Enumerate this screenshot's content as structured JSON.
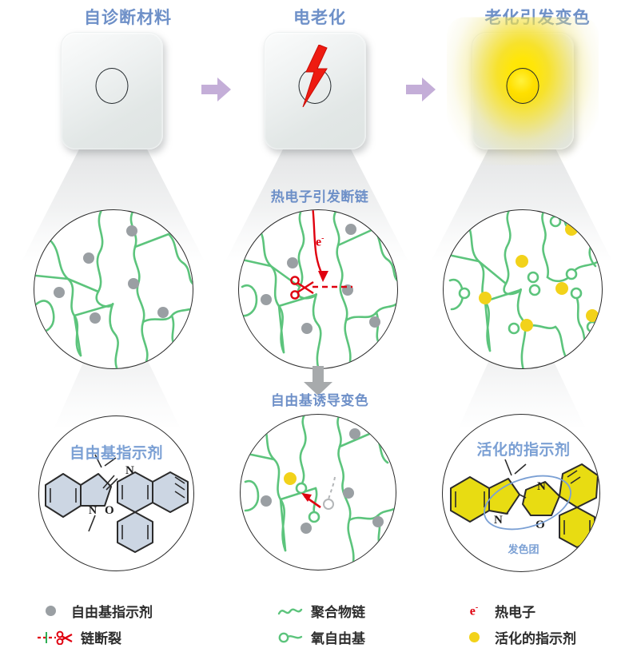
{
  "figure": {
    "title_color": "#6e90c8",
    "accent_green": "#5cc47c",
    "accent_yellow": "#f2d21a",
    "accent_red": "#e0000f",
    "accent_gray": "#9a9fa3",
    "arrow_purple": "#c4aed8"
  },
  "top_row": {
    "stages": [
      {
        "title": "自诊断材料",
        "state": "pristine"
      },
      {
        "title": "电老化",
        "state": "electrical-aging"
      },
      {
        "title": "老化引发变色",
        "state": "color-change"
      }
    ],
    "arrow_icon": "arrow-right-icon"
  },
  "middle_row": {
    "center_label": "热电子引发断链",
    "electron_label": "e",
    "electron_charge": "-",
    "scissors_icon": "scissors-icon"
  },
  "bottom_row": {
    "down_arrow_label": "自由基诱导变色",
    "left_circle_label": "自由基指示剂",
    "right_circle_label": "活化的指示剂",
    "chromophore_label": "发色团",
    "atoms": {
      "nitrogen": "N",
      "oxygen": "O"
    }
  },
  "legend": {
    "items": [
      {
        "icon": "gray-dot-icon",
        "label": "自由基指示剂"
      },
      {
        "icon": "green-wave-icon",
        "label": "聚合物链"
      },
      {
        "icon": "hot-electron-icon",
        "label": "热电子"
      },
      {
        "icon": "chain-scission-icon",
        "label": "链断裂"
      },
      {
        "icon": "oxygen-radical-icon",
        "label": "氧自由基"
      },
      {
        "icon": "yellow-dot-icon",
        "label": "活化的指示剂"
      }
    ]
  }
}
